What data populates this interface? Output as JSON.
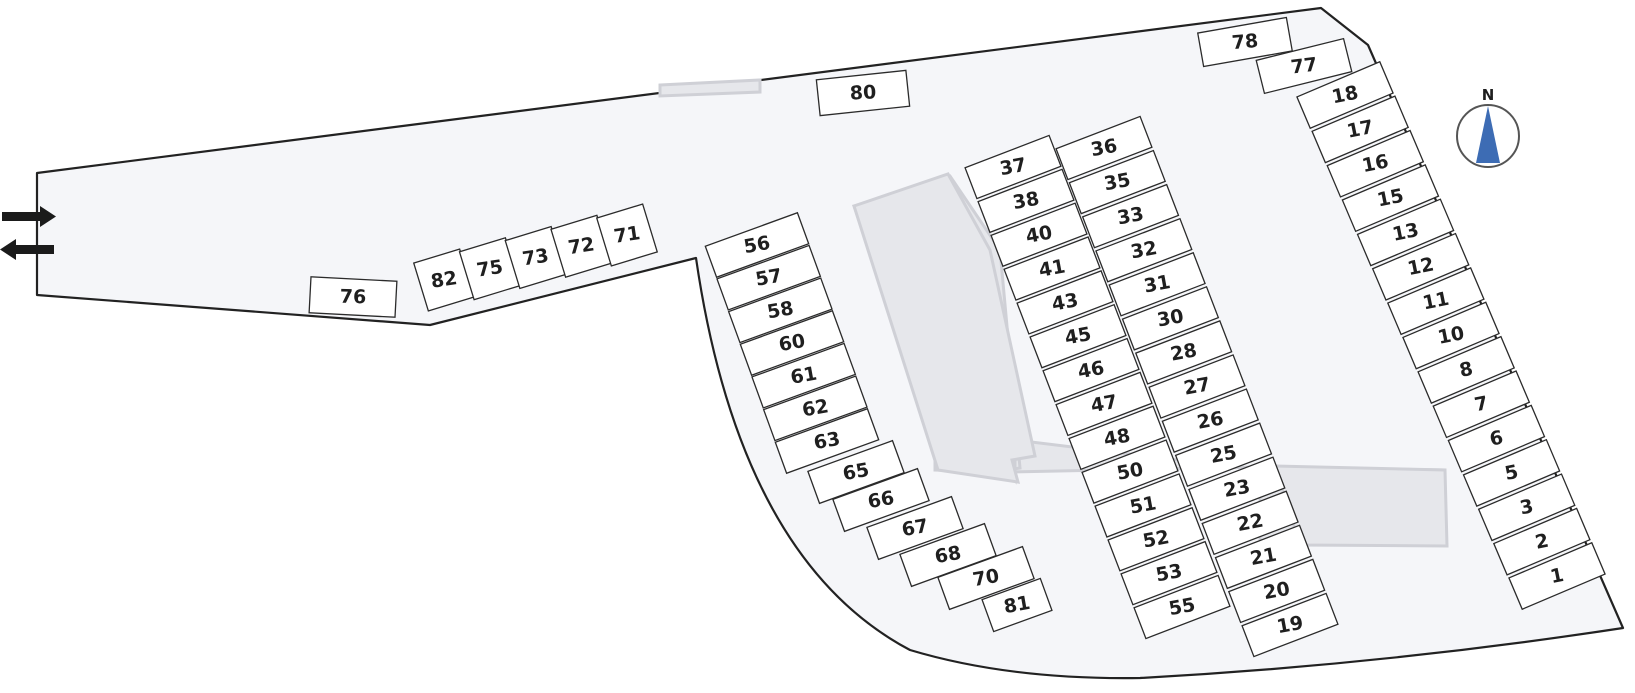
{
  "compass": {
    "label": "N",
    "needle_color": "#3d6cb4"
  },
  "entrance": {
    "arrows": [
      "arrow-right-icon",
      "arrow-left-icon"
    ]
  },
  "colors": {
    "lot_fill": "#f5f6f9",
    "building_fill": "#e6e7eb",
    "outline": "#222222"
  },
  "spaces": {
    "north_edge": [
      "78",
      "77",
      "80"
    ],
    "west_strip": [
      "76"
    ],
    "angled_row": [
      "82",
      "75",
      "73",
      "72",
      "71"
    ],
    "west_column": [
      "56",
      "57",
      "58",
      "60",
      "61",
      "62",
      "63"
    ],
    "southwest_curve": [
      "65",
      "66",
      "67",
      "68",
      "70",
      "81"
    ],
    "center_left_column": [
      "37",
      "38",
      "40",
      "41",
      "43",
      "45",
      "46",
      "47",
      "48",
      "50",
      "51",
      "52",
      "53",
      "55"
    ],
    "center_right_column": [
      "36",
      "35",
      "33",
      "32",
      "31",
      "30",
      "28",
      "27",
      "26",
      "25",
      "23",
      "22",
      "21",
      "20",
      "19"
    ],
    "east_column": [
      "18",
      "17",
      "16",
      "15",
      "13",
      "12",
      "11",
      "10",
      "8",
      "7",
      "6",
      "5",
      "3",
      "2",
      "1"
    ]
  }
}
